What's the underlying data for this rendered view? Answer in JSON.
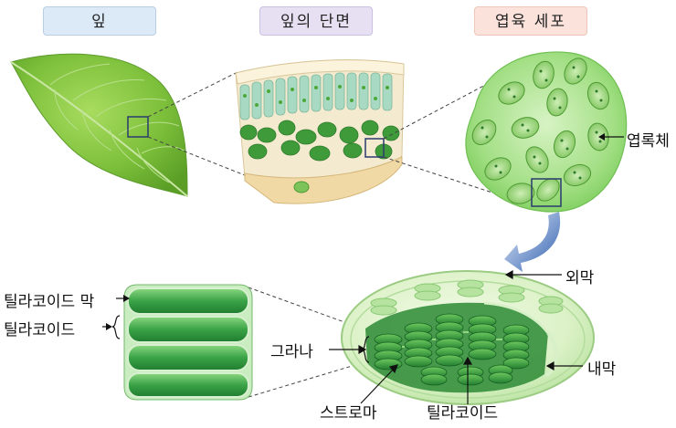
{
  "panels": {
    "leaf": "잎",
    "leaf_section": "잎의 단면",
    "mesophyll_cell": "엽육 세포"
  },
  "labels": {
    "chloroplast": "엽록체",
    "outer_membrane": "외막",
    "inner_membrane": "내막",
    "grana": "그라나",
    "stroma": "스트로마",
    "thylakoid": "틸라코이드",
    "thylakoid_membrane": "틸라코이드 막",
    "thylakoid_left": "틸라코이드"
  },
  "colors": {
    "leaf": "#7cbf3a",
    "cell": "#8fd66e",
    "chloroplast": "#3f9b3a",
    "stack": "#2e9a3c",
    "arrow": "#2f5fb0"
  }
}
